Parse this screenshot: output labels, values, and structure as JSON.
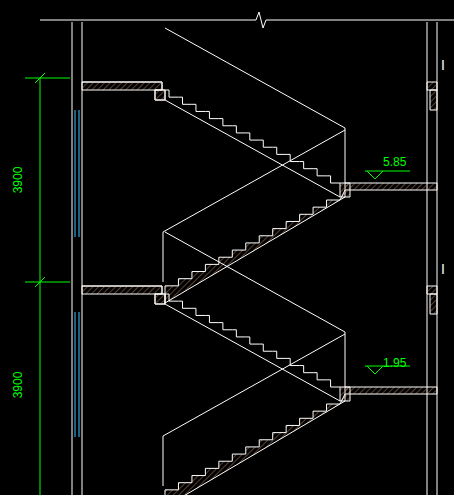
{
  "diagram": {
    "labels": [
      "3900",
      "3900",
      "5.85",
      "1.95",
      "I",
      "I"
    ]
  }
}
